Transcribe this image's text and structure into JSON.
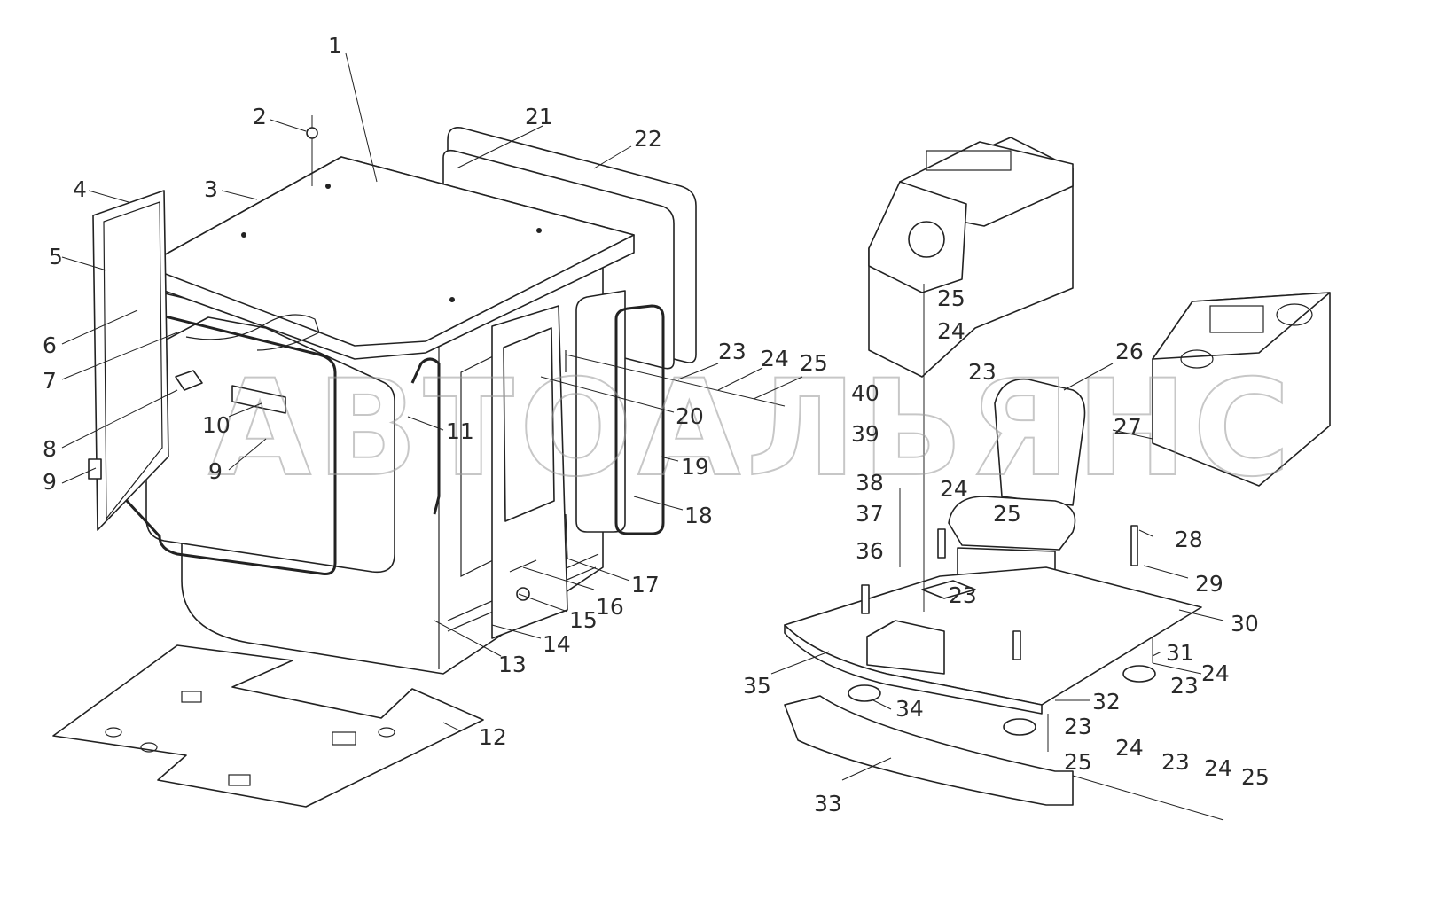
{
  "watermark": "АВТОАЛЬЯНС",
  "callouts": [
    {
      "id": "c1",
      "text": "1"
    },
    {
      "id": "c2",
      "text": "2"
    },
    {
      "id": "c3",
      "text": "3"
    },
    {
      "id": "c4",
      "text": "4"
    },
    {
      "id": "c5",
      "text": "5"
    },
    {
      "id": "c6",
      "text": "6"
    },
    {
      "id": "c7",
      "text": "7"
    },
    {
      "id": "c8",
      "text": "8"
    },
    {
      "id": "c9a",
      "text": "9"
    },
    {
      "id": "c9b",
      "text": "9"
    },
    {
      "id": "c10",
      "text": "10"
    },
    {
      "id": "c11",
      "text": "11"
    },
    {
      "id": "c12",
      "text": "12"
    },
    {
      "id": "c13",
      "text": "13"
    },
    {
      "id": "c14",
      "text": "14"
    },
    {
      "id": "c15",
      "text": "15"
    },
    {
      "id": "c16",
      "text": "16"
    },
    {
      "id": "c17",
      "text": "17"
    },
    {
      "id": "c18",
      "text": "18"
    },
    {
      "id": "c19",
      "text": "19"
    },
    {
      "id": "c20",
      "text": "20"
    },
    {
      "id": "c21",
      "text": "21"
    },
    {
      "id": "c22",
      "text": "22"
    },
    {
      "id": "c23a",
      "text": "23"
    },
    {
      "id": "c24a",
      "text": "24"
    },
    {
      "id": "c25a",
      "text": "25"
    },
    {
      "id": "c25b",
      "text": "25"
    },
    {
      "id": "c24b",
      "text": "24"
    },
    {
      "id": "c23b",
      "text": "23"
    },
    {
      "id": "c26",
      "text": "26"
    },
    {
      "id": "c27",
      "text": "27"
    },
    {
      "id": "c40",
      "text": "40"
    },
    {
      "id": "c39",
      "text": "39"
    },
    {
      "id": "c38",
      "text": "38"
    },
    {
      "id": "c37",
      "text": "37"
    },
    {
      "id": "c36",
      "text": "36"
    },
    {
      "id": "c24c",
      "text": "24"
    },
    {
      "id": "c25c",
      "text": "25"
    },
    {
      "id": "c23c",
      "text": "23"
    },
    {
      "id": "c28",
      "text": "28"
    },
    {
      "id": "c29",
      "text": "29"
    },
    {
      "id": "c30",
      "text": "30"
    },
    {
      "id": "c31",
      "text": "31"
    },
    {
      "id": "c24d",
      "text": "24"
    },
    {
      "id": "c23d",
      "text": "23"
    },
    {
      "id": "c32",
      "text": "32"
    },
    {
      "id": "c35",
      "text": "35"
    },
    {
      "id": "c34",
      "text": "34"
    },
    {
      "id": "c23e",
      "text": "23"
    },
    {
      "id": "c24e",
      "text": "24"
    },
    {
      "id": "c25d",
      "text": "25"
    },
    {
      "id": "c23f",
      "text": "23"
    },
    {
      "id": "c24f",
      "text": "24"
    },
    {
      "id": "c25e",
      "text": "25"
    },
    {
      "id": "c33",
      "text": "33"
    }
  ]
}
